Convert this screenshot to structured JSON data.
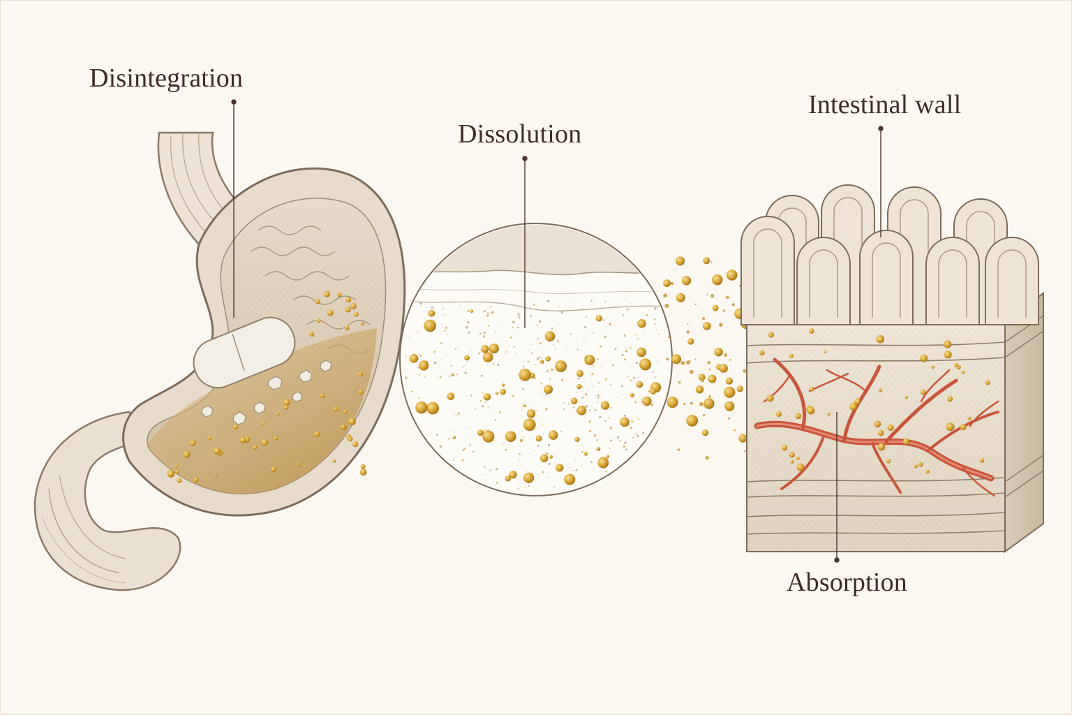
{
  "labels": {
    "disintegration": "Disintegration",
    "dissolution": "Dissolution",
    "intestinal_wall": "Intestinal wall",
    "absorption": "Absorption"
  },
  "colors": {
    "background": "#fbf8f1",
    "ink": "#3f2c24",
    "outline": "#8a7868",
    "particle": "#d9a632",
    "gastric_fluid": "#c9a25a",
    "vessel": "#c8553d"
  }
}
